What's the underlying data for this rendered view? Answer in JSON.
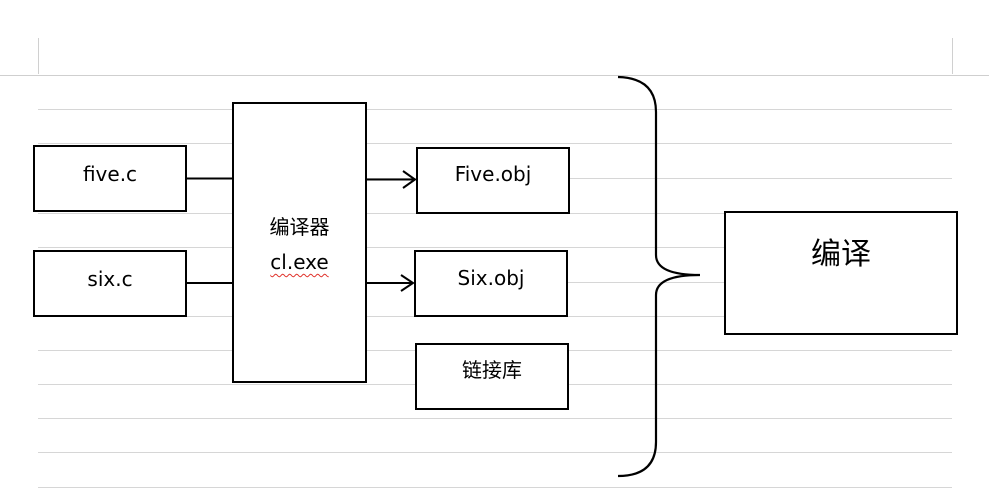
{
  "inputs": {
    "five": "five.c",
    "six": "six.c"
  },
  "compiler": {
    "line1": "编译器",
    "line2": "cl.exe"
  },
  "outputs": {
    "five_obj": "Five.obj",
    "six_obj": "Six.obj",
    "library": "链接库"
  },
  "stage": {
    "label": "编译"
  }
}
